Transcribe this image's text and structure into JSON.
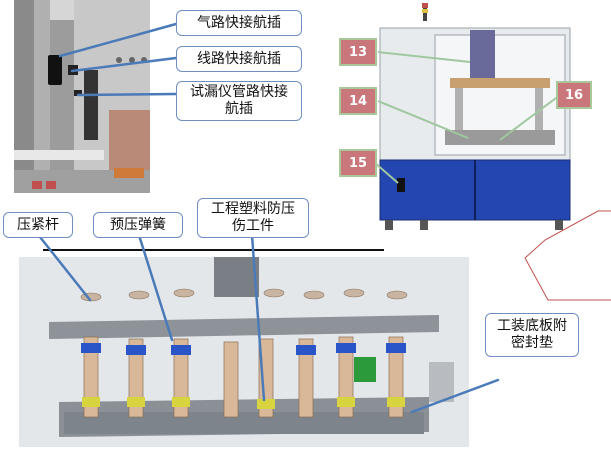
{
  "callouts": {
    "gas_connector": "气路快接航插",
    "line_connector": "线路快接航插",
    "leak_tester_connector": "试漏仪管路快接航插",
    "clamp_rod": "压紧杆",
    "preload_spring": "预压弹簧",
    "plastic_protector": "工程塑料防压伤工件",
    "fixture_seal": "工装底板附密封垫"
  },
  "markers": [
    "13",
    "14",
    "15",
    "16"
  ],
  "colors": {
    "callout_border": "#6f8fc0",
    "marker_fill": "#c9777a",
    "marker_border": "#a9c89a",
    "leader_line": "#4a7ab8",
    "red_line": "#c0504d"
  }
}
